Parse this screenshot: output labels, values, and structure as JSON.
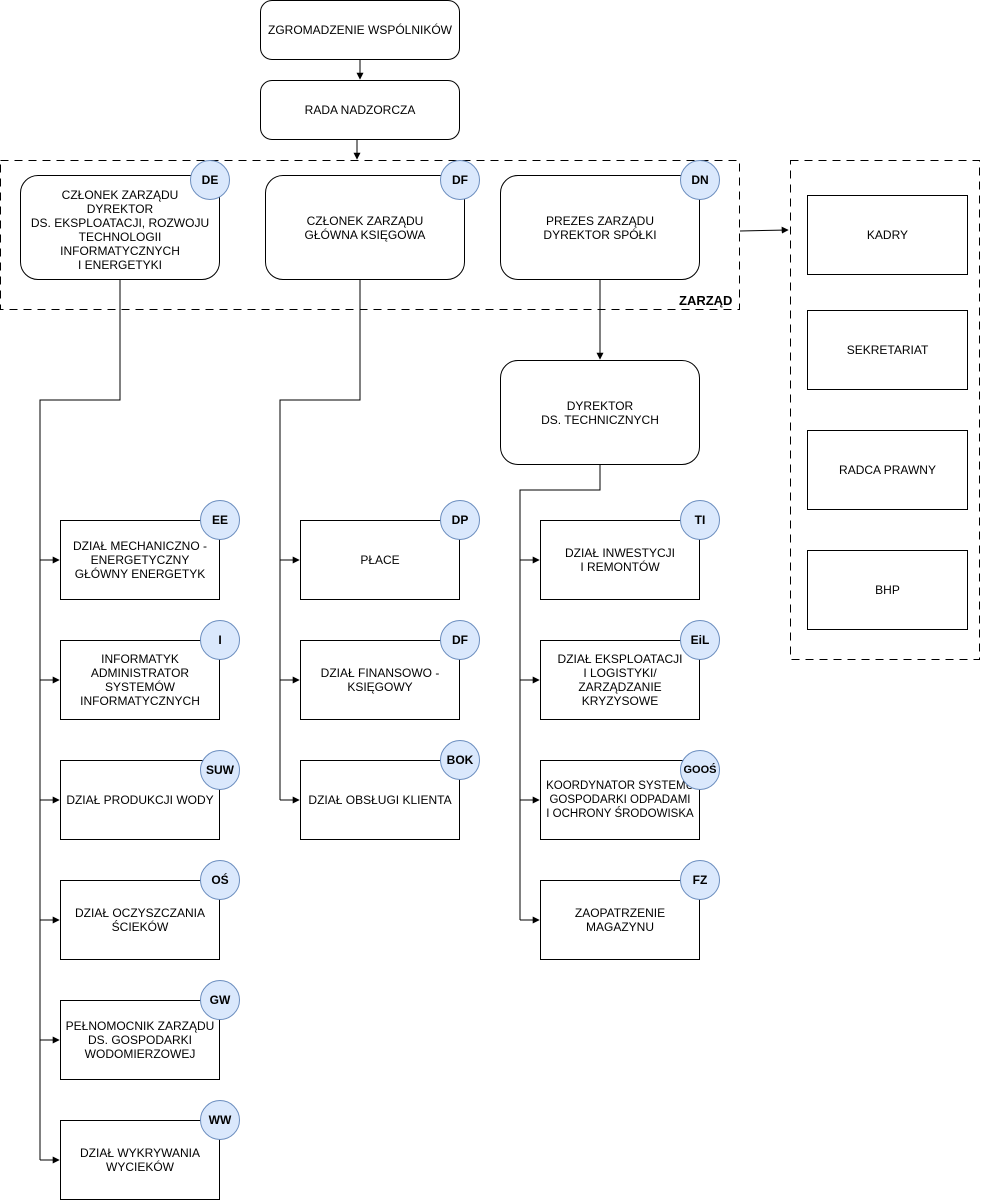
{
  "colors": {
    "badge_fill": "#dae8fc",
    "badge_stroke": "#6c8ebf",
    "line": "#000000"
  },
  "top": {
    "assembly": "ZGROMADZENIE WSPÓLNIKÓW",
    "supervisory_board": "RADA NADZORCZA"
  },
  "board": {
    "label": "ZARZĄD",
    "members": [
      {
        "text": "CZŁONEK ZARZĄDU\nDYREKTOR\nDS. EKSPLOATACJI, ROZWOJU\nTECHNOLOGII\nINFORMATYCZNYCH\nI ENERGETYKI",
        "badge": "DE"
      },
      {
        "text": "CZŁONEK ZARZĄDU\nGŁÓWNA KSIĘGOWA",
        "badge": "DF"
      },
      {
        "text": "PREZES ZARZĄDU\nDYREKTOR SPÓŁKI",
        "badge": "DN"
      }
    ]
  },
  "technical_director": {
    "text": "DYREKTOR\nDS. TECHNICZNYCH"
  },
  "left_units": [
    {
      "text": "DZIAŁ MECHANICZNO -\nENERGETYCZNY\nGŁÓWNY ENERGETYK",
      "badge": "EE"
    },
    {
      "text": "INFORMATYK\nADMINISTRATOR\nSYSTEMÓW\nINFORMATYCZNYCH",
      "badge": "I"
    },
    {
      "text": "DZIAŁ PRODUKCJI WODY",
      "badge": "SUW"
    },
    {
      "text": "DZIAŁ OCZYSZCZANIA\nŚCIEKÓW",
      "badge": "OŚ"
    },
    {
      "text": "PEŁNOMOCNIK ZARZĄDU\nDS. GOSPODARKI\nWODOMIERZOWEJ",
      "badge": "GW"
    },
    {
      "text": "DZIAŁ WYKRYWANIA\nWYCIEKÓW",
      "badge": "WW"
    }
  ],
  "middle_units": [
    {
      "text": "PŁACE",
      "badge": "DP"
    },
    {
      "text": "DZIAŁ FINANSOWO -\nKSIĘGOWY",
      "badge": "DF"
    },
    {
      "text": "DZIAŁ OBSŁUGI KLIENTA",
      "badge": "BOK"
    }
  ],
  "right_units": [
    {
      "text": "DZIAŁ INWESTYCJI\nI REMONTÓW",
      "badge": "TI"
    },
    {
      "text": "DZIAŁ EKSPLOATACJI\nI LOGISTYKI/\nZARZĄDZANIE\nKRYZYSOWE",
      "badge": "EiL"
    },
    {
      "text": "KOORDYNATOR SYSTEMU\nGOSPODARKI ODPADAMI\nI OCHRONY ŚRODOWISKA",
      "badge": "GOOŚ"
    },
    {
      "text": "ZAOPATRZENIE\nMAGAZYNU",
      "badge": "FZ"
    }
  ],
  "staff_units": [
    "KADRY",
    "SEKRETARIAT",
    "RADCA PRAWNY",
    "BHP"
  ]
}
